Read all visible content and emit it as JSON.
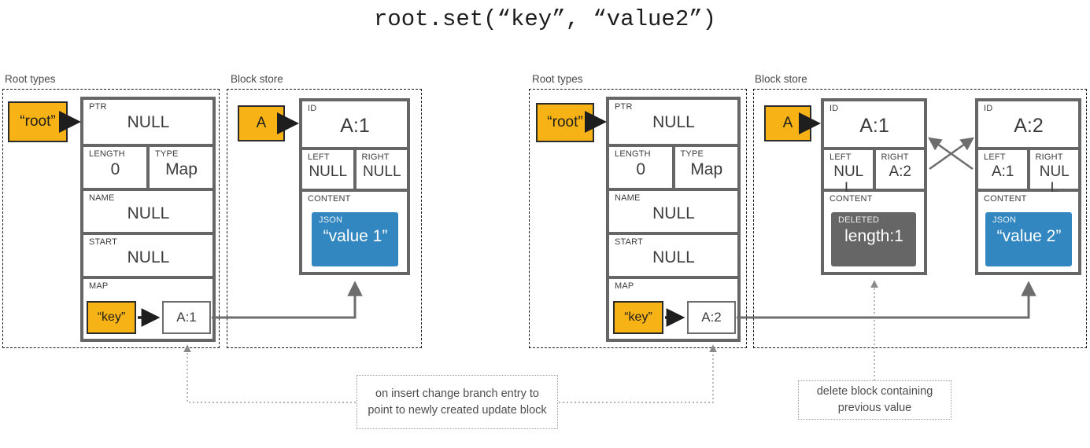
{
  "title": "root.set(“key”, “value2”)",
  "panels": {
    "left_root_types": "Root types",
    "left_block_store": "Block store",
    "right_root_types": "Root types",
    "right_block_store": "Block store"
  },
  "colors": {
    "orange": "#F7B316",
    "blue": "#3287C1",
    "gray_deleted": "#666666",
    "border_gray": "#666666",
    "dash_black": "#1a1a1a"
  },
  "before": {
    "root_tag": "“root”",
    "block_tag": "A",
    "root_record": {
      "ptr": {
        "label": "PTR",
        "value": "NULL"
      },
      "length": {
        "label": "LENGTH",
        "value": "0"
      },
      "type": {
        "label": "TYPE",
        "value": "Map"
      },
      "name": {
        "label": "NAME",
        "value": "NULL"
      },
      "start": {
        "label": "START",
        "value": "NULL"
      },
      "map": {
        "label": "MAP",
        "key": "“key”",
        "ref": "A:1"
      }
    },
    "block_a1": {
      "id": {
        "label": "ID",
        "value": "A:1"
      },
      "left": {
        "label": "LEFT",
        "value": "NULL"
      },
      "right": {
        "label": "RIGHT",
        "value": "NULL"
      },
      "content": {
        "label": "CONTENT",
        "chip_label": "JSON",
        "chip_value": "“value 1”"
      }
    }
  },
  "after": {
    "root_tag": "“root”",
    "block_tag": "A",
    "root_record": {
      "ptr": {
        "label": "PTR",
        "value": "NULL"
      },
      "length": {
        "label": "LENGTH",
        "value": "0"
      },
      "type": {
        "label": "TYPE",
        "value": "Map"
      },
      "name": {
        "label": "NAME",
        "value": "NULL"
      },
      "start": {
        "label": "START",
        "value": "NULL"
      },
      "map": {
        "label": "MAP",
        "key": "“key”",
        "ref": "A:2"
      }
    },
    "block_a1": {
      "id": {
        "label": "ID",
        "value": "A:1"
      },
      "left": {
        "label": "LEFT",
        "value": "NULL"
      },
      "right": {
        "label": "RIGHT",
        "value": "A:2"
      },
      "content": {
        "label": "CONTENT",
        "chip_label": "DELETED",
        "chip_value": "length:1"
      }
    },
    "block_a2": {
      "id": {
        "label": "ID",
        "value": "A:2"
      },
      "left": {
        "label": "LEFT",
        "value": "A:1"
      },
      "right": {
        "label": "RIGHT",
        "value": "NULL"
      },
      "content": {
        "label": "CONTENT",
        "chip_label": "JSON",
        "chip_value": "“value 2”"
      }
    }
  },
  "notes": {
    "insert": "on insert change branch entry to point to newly created update block",
    "delete": "delete block containing previous value"
  }
}
